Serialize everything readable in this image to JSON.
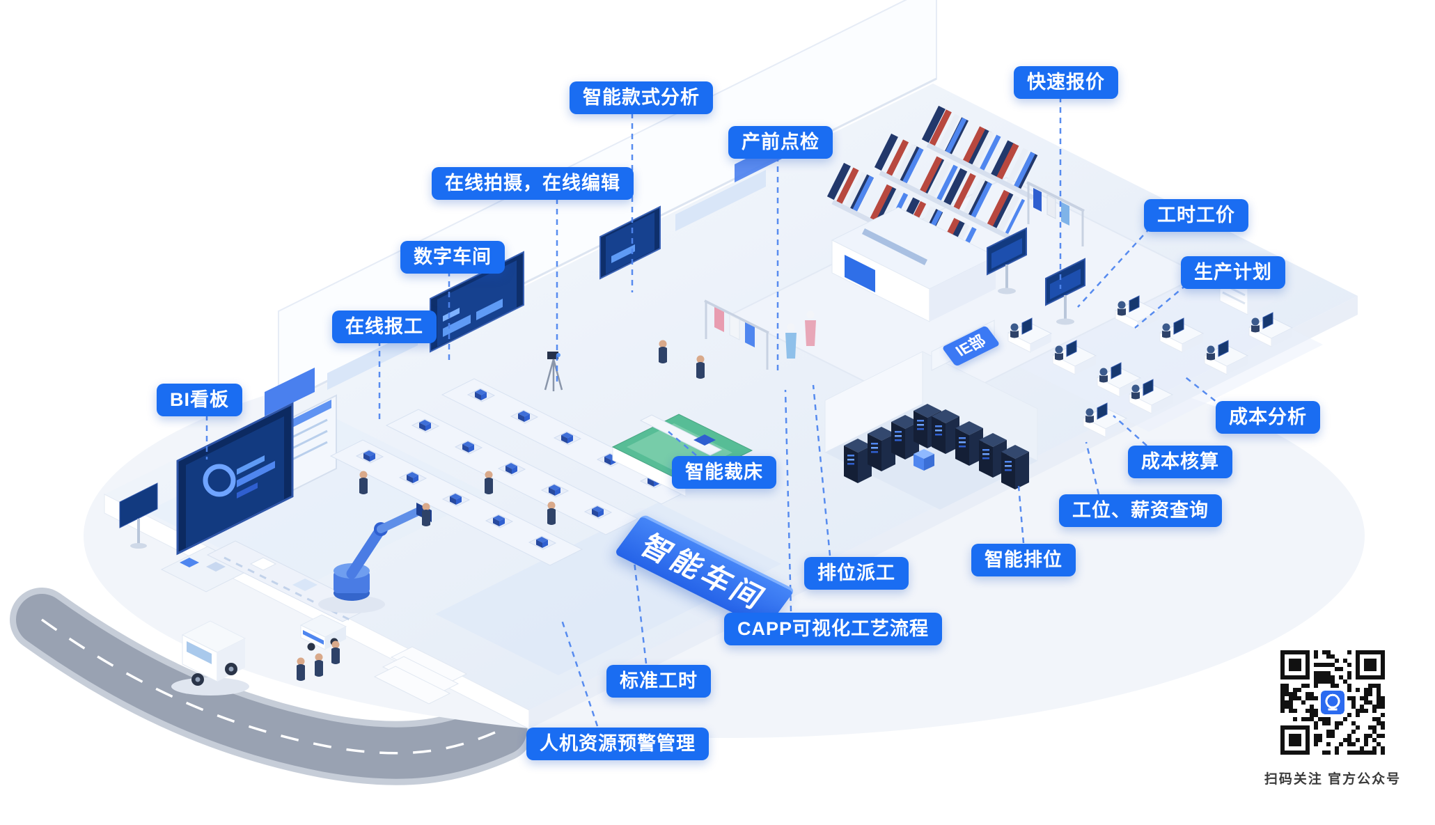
{
  "labels": {
    "bi_board": "BI看板",
    "online_reporting": "在线报工",
    "digital_workshop": "数字车间",
    "online_shoot_edit": "在线拍摄，在线编辑",
    "smart_style_analysis": "智能款式分析",
    "pre_production_check": "产前点检",
    "quick_quotation": "快速报价",
    "labor_hour_price": "工时工价",
    "production_plan": "生产计划",
    "cost_analysis": "成本分析",
    "cost_accounting": "成本核算",
    "station_salary_query": "工位、薪资查询",
    "smart_seating": "智能排位",
    "seat_dispatch": "排位派工",
    "capp_process": "CAPP可视化工艺流程",
    "standard_hours": "标准工时",
    "hr_machine_warning": "人机资源预警管理",
    "smart_cutting": "智能裁床"
  },
  "banner": {
    "text": "智能车间"
  },
  "ie_sign": {
    "text": "IE部"
  },
  "qr": {
    "caption": "扫码关注 官方公众号"
  },
  "colors": {
    "label_bg": "#1a6df2",
    "leader_line": "#4f86ef",
    "banner_bg": "#2e6ff2",
    "scene_floor": "#e7eef9",
    "screen_navy": "#0e2f6b",
    "cutting_bed_top": "#57bd96"
  }
}
